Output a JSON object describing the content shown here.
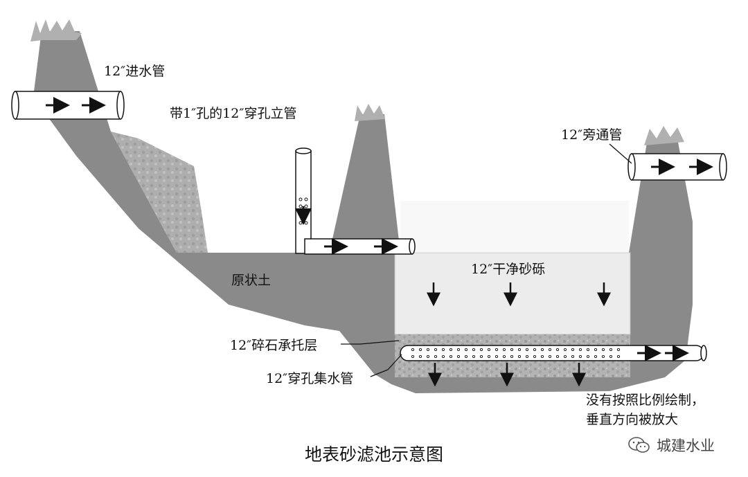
{
  "labels": {
    "inlet_pipe": "12″进水管",
    "riser_pipe": "带1″孔的12″穿孔立管",
    "bypass_pipe": "12″旁通管",
    "native_soil": "原状土",
    "clean_sand": "12″干净砂砾",
    "gravel_layer": "12″碎石承托层",
    "collection_pipe": "12″穿孔集水管"
  },
  "note": {
    "line1": "没有按照比例绘制，",
    "line2": "垂直方向被放大"
  },
  "caption": "地表砂滤池示意图",
  "watermark": "城建水业",
  "icons": {
    "flow_arrow": "right-arrow",
    "down_arrow": "down-arrow",
    "watermark_logo": "wechat-icon"
  },
  "colors": {
    "soil": "#8a8a8a",
    "sand": "#e9e9e9",
    "gravel": "#b5b5b5",
    "pipe_fill": "#ffffff",
    "line": "#111111"
  }
}
